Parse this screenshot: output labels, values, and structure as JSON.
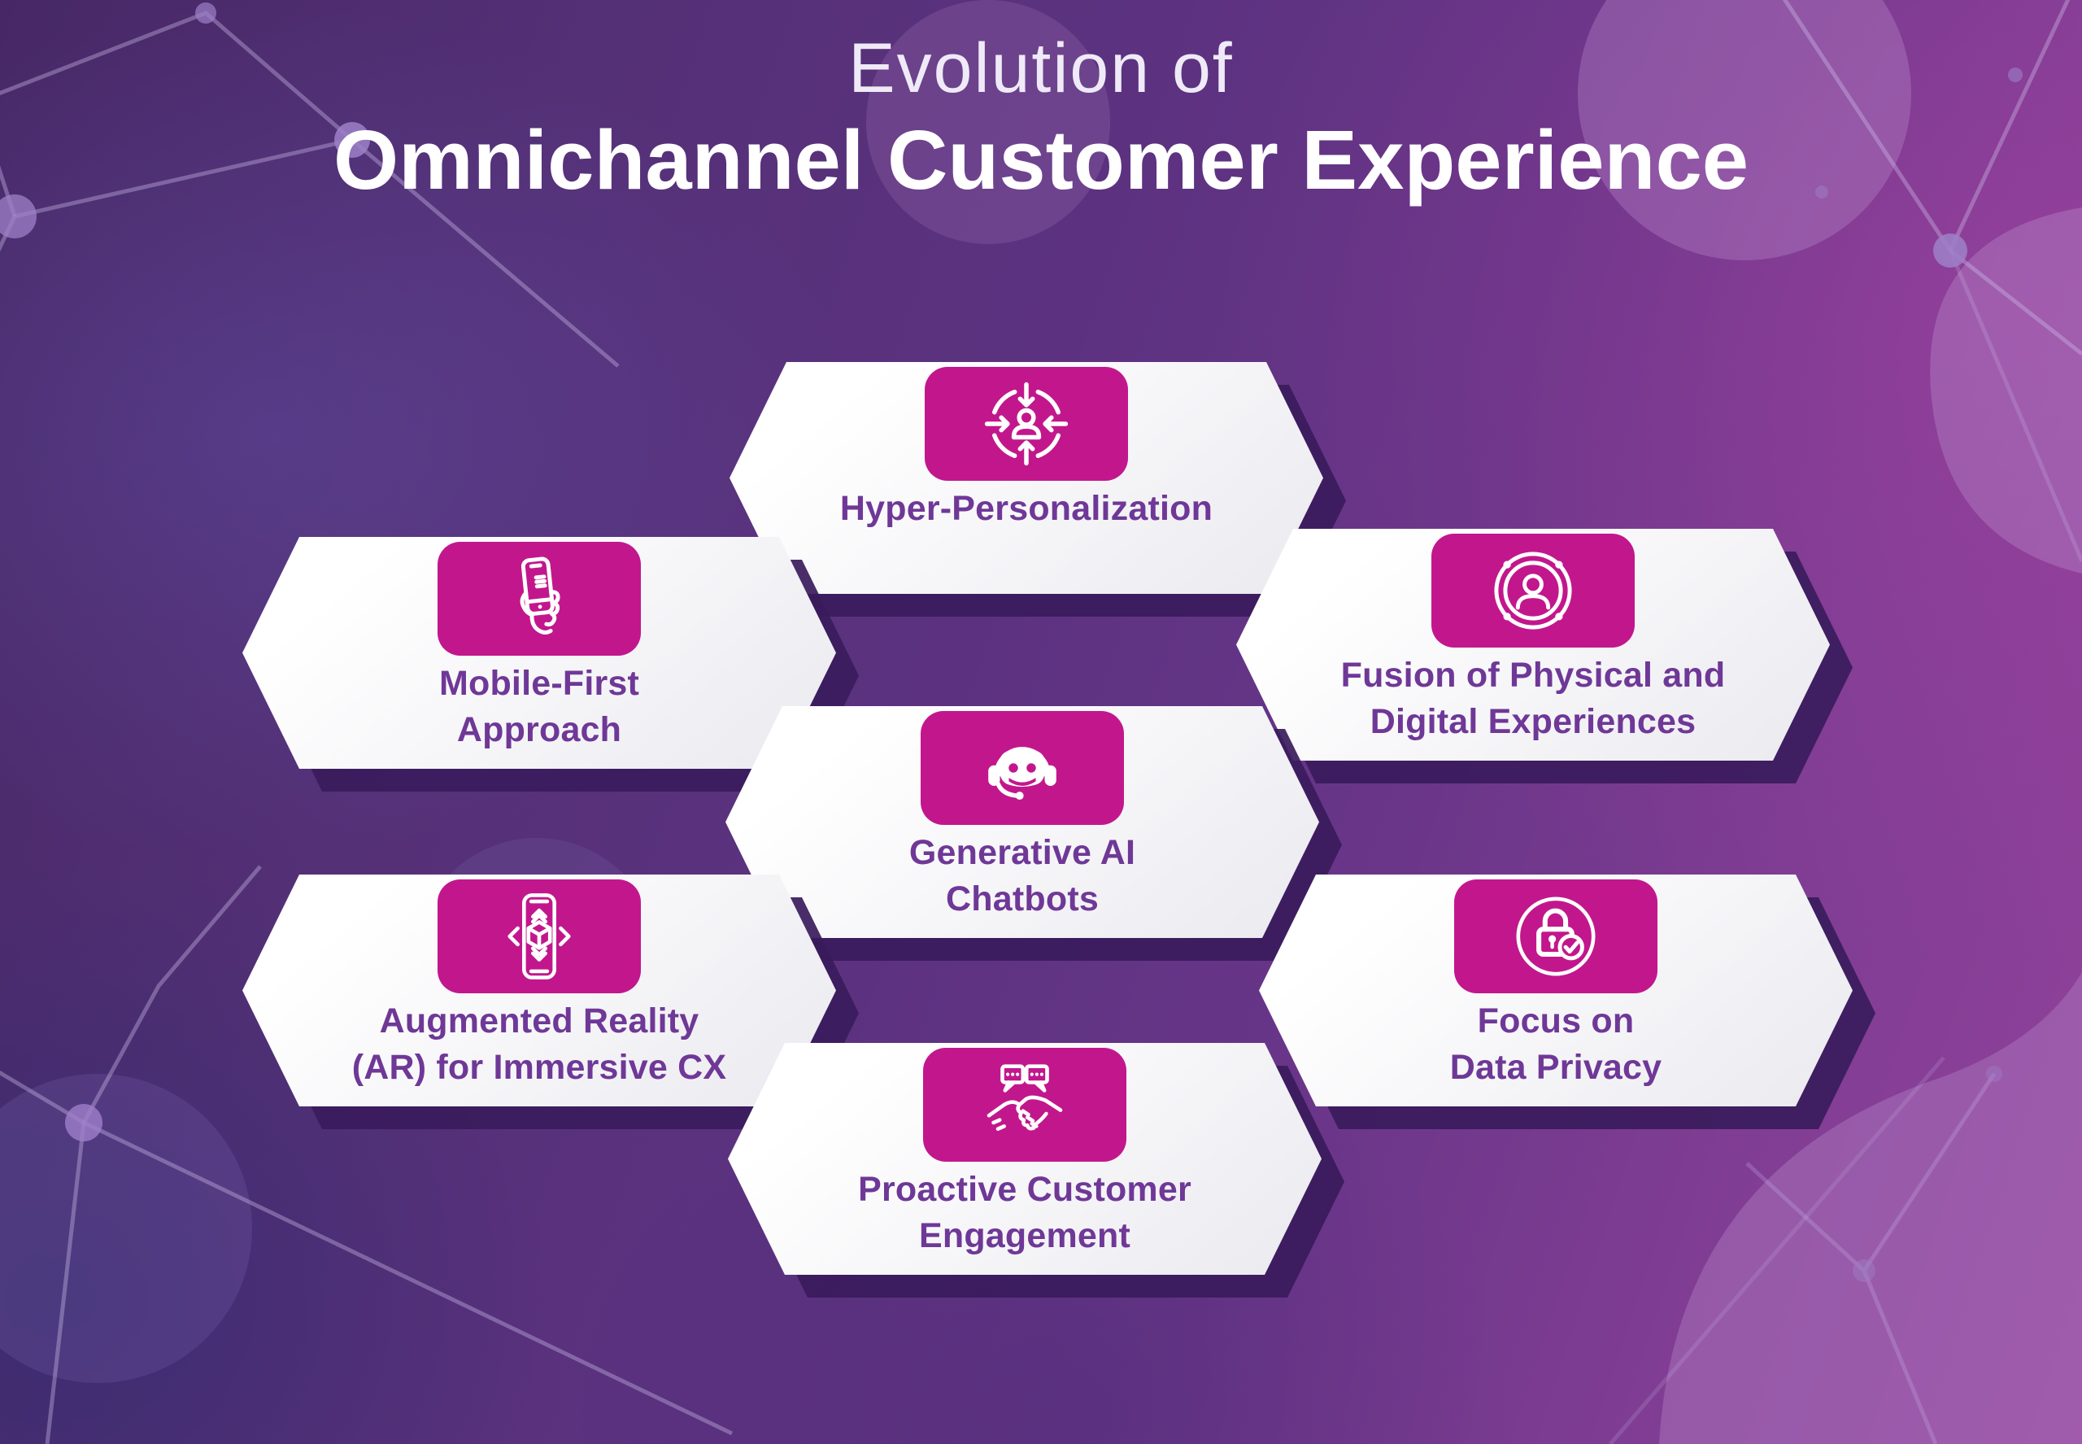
{
  "title": {
    "line1": "Evolution of",
    "line2": "Omnichannel Customer Experience"
  },
  "colors": {
    "badge_magenta": "#C2178C",
    "label_purple": "#6F3897",
    "hexagon_fill": "#FFFFFF",
    "hexagon_shadow": "#3A1B5C",
    "background_purple_dark": "#472866",
    "background_purple_magenta": "#93419B",
    "title_white": "#FFFFFF"
  },
  "hexagons": [
    {
      "id": "hyper-personalization",
      "label": "Hyper-Personalization",
      "icon": "target-person-arrows-icon"
    },
    {
      "id": "mobile-first-approach",
      "label": "Mobile-First\nApproach",
      "icon": "hand-holding-phone-icon"
    },
    {
      "id": "fusion-physical-digital",
      "label": "Fusion of Physical and\nDigital Experiences",
      "icon": "person-orbit-icon"
    },
    {
      "id": "generative-ai-chatbots",
      "label": "Generative AI\nChatbots",
      "icon": "chatbot-headset-icon"
    },
    {
      "id": "augmented-reality-cx",
      "label": "Augmented Reality\n(AR) for Immersive CX",
      "icon": "phone-ar-cube-icon"
    },
    {
      "id": "focus-data-privacy",
      "label": "Focus on\nData Privacy",
      "icon": "padlock-shield-check-icon"
    },
    {
      "id": "proactive-engagement",
      "label": "Proactive Customer\nEngagement",
      "icon": "handshake-chat-icon"
    }
  ]
}
